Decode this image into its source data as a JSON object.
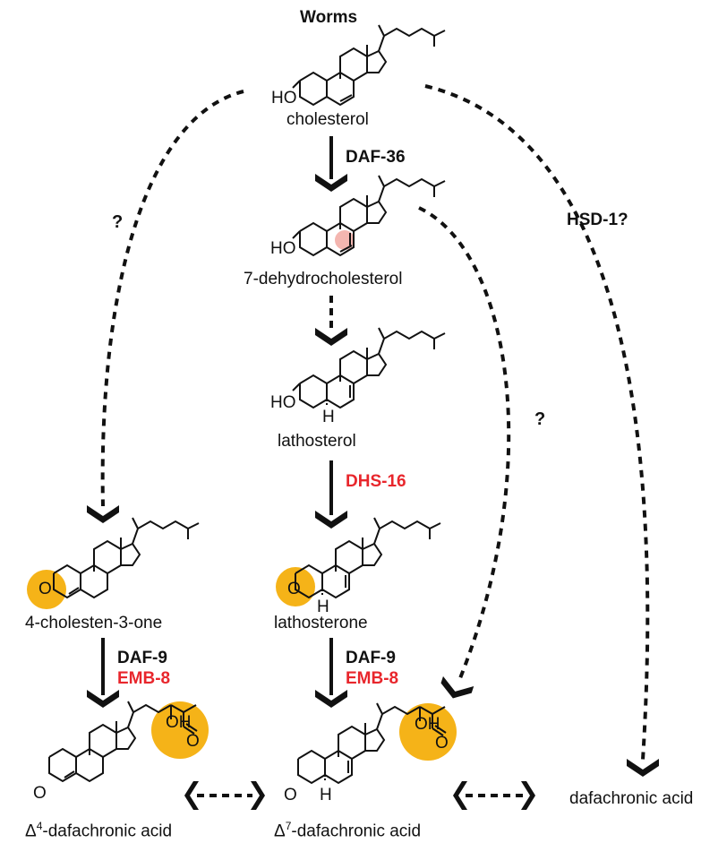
{
  "title": "Worms",
  "compounds": {
    "cholesterol": "cholesterol",
    "dehydro": "7-dehydrocholesterol",
    "lathosterol": "lathosterol",
    "lathosterone": "lathosterone",
    "cholestenone": "4-cholesten-3-one",
    "d4_prefix": "Δ",
    "d4_sup": "4",
    "d4_rest": "-dafachronic acid",
    "d7_prefix": "Δ",
    "d7_sup": "7",
    "d7_rest": "-dafachronic acid",
    "dafachronic": "dafachronic acid"
  },
  "enzymes": {
    "daf36": "DAF-36",
    "dhs16": "DHS-16",
    "daf9_left": "DAF-9",
    "emb8_left": "EMB-8",
    "daf9_mid": "DAF-9",
    "emb8_mid": "EMB-8",
    "hsd1": "HSD-1?"
  },
  "unknown_marks": {
    "left": "?",
    "right": "?"
  },
  "atoms": {
    "ho": "HO",
    "o": "O",
    "oh": "OH",
    "h": "H"
  },
  "colors": {
    "ink": "#111111",
    "enzyme_red": "#e8262c",
    "highlight_yellow": "#f5b318",
    "highlight_pink": "#f4b6b0"
  }
}
